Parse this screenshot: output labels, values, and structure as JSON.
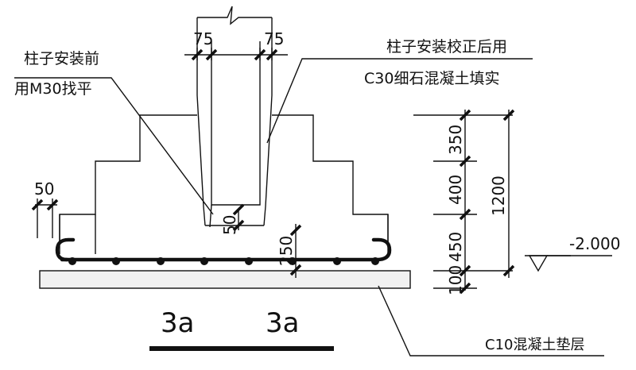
{
  "dimensions": {
    "gap_left": "75",
    "gap_right": "75",
    "step_width": "50",
    "grout_depth": "50",
    "cover": "250",
    "d350": "350",
    "d400": "400",
    "d450": "450",
    "d100": "100",
    "total_height": "1200"
  },
  "labels": {
    "before_install_line1": "柱子安装前",
    "before_install_line2": "用M30找平",
    "after_install_line1": "柱子安装校正后用",
    "after_install_line2": "C30细石混凝土填实",
    "bedding": "C10混凝土垫层",
    "elevation": "-2.000",
    "span_left": "3a",
    "span_right": "3a"
  },
  "colors": {
    "line": "#111111",
    "background": "#ffffff",
    "bedding_fill": "#f1f1f1"
  }
}
